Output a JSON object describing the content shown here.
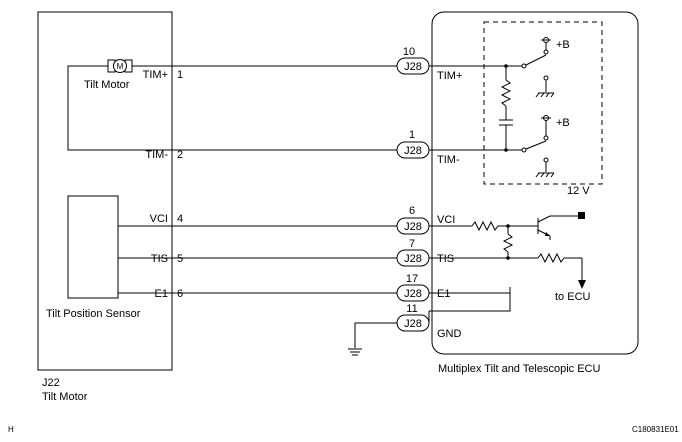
{
  "left_box": {
    "component_label": "Tilt Motor",
    "connector_id": "J22",
    "motor_symbol": "M",
    "sensor_label": "Tilt Position Sensor",
    "motor_label": "Tilt Motor",
    "pins": [
      {
        "name": "TIM+",
        "num": "1"
      },
      {
        "name": "TIM-",
        "num": "2"
      },
      {
        "name": "VCI",
        "num": "4"
      },
      {
        "name": "TIS",
        "num": "5"
      },
      {
        "name": "E1",
        "num": "6"
      }
    ]
  },
  "connectors": [
    {
      "pin": "10",
      "label": "J28",
      "terminal": "TIM+"
    },
    {
      "pin": "1",
      "label": "J28",
      "terminal": "TIM-"
    },
    {
      "pin": "6",
      "label": "J28",
      "terminal": "VCI"
    },
    {
      "pin": "7",
      "label": "J28",
      "terminal": "TIS"
    },
    {
      "pin": "17",
      "label": "J28",
      "terminal": "E1"
    },
    {
      "pin": "11",
      "label": "J28",
      "terminal": "GND"
    }
  ],
  "ecu": {
    "label": "Multiplex Tilt and Telescopic ECU",
    "supply_top": "+B",
    "supply_bottom": "+B",
    "voltage": "12 V",
    "output_label": "to ECU"
  },
  "footer": {
    "left_mark": "H",
    "figure_code": "C180831E01"
  }
}
